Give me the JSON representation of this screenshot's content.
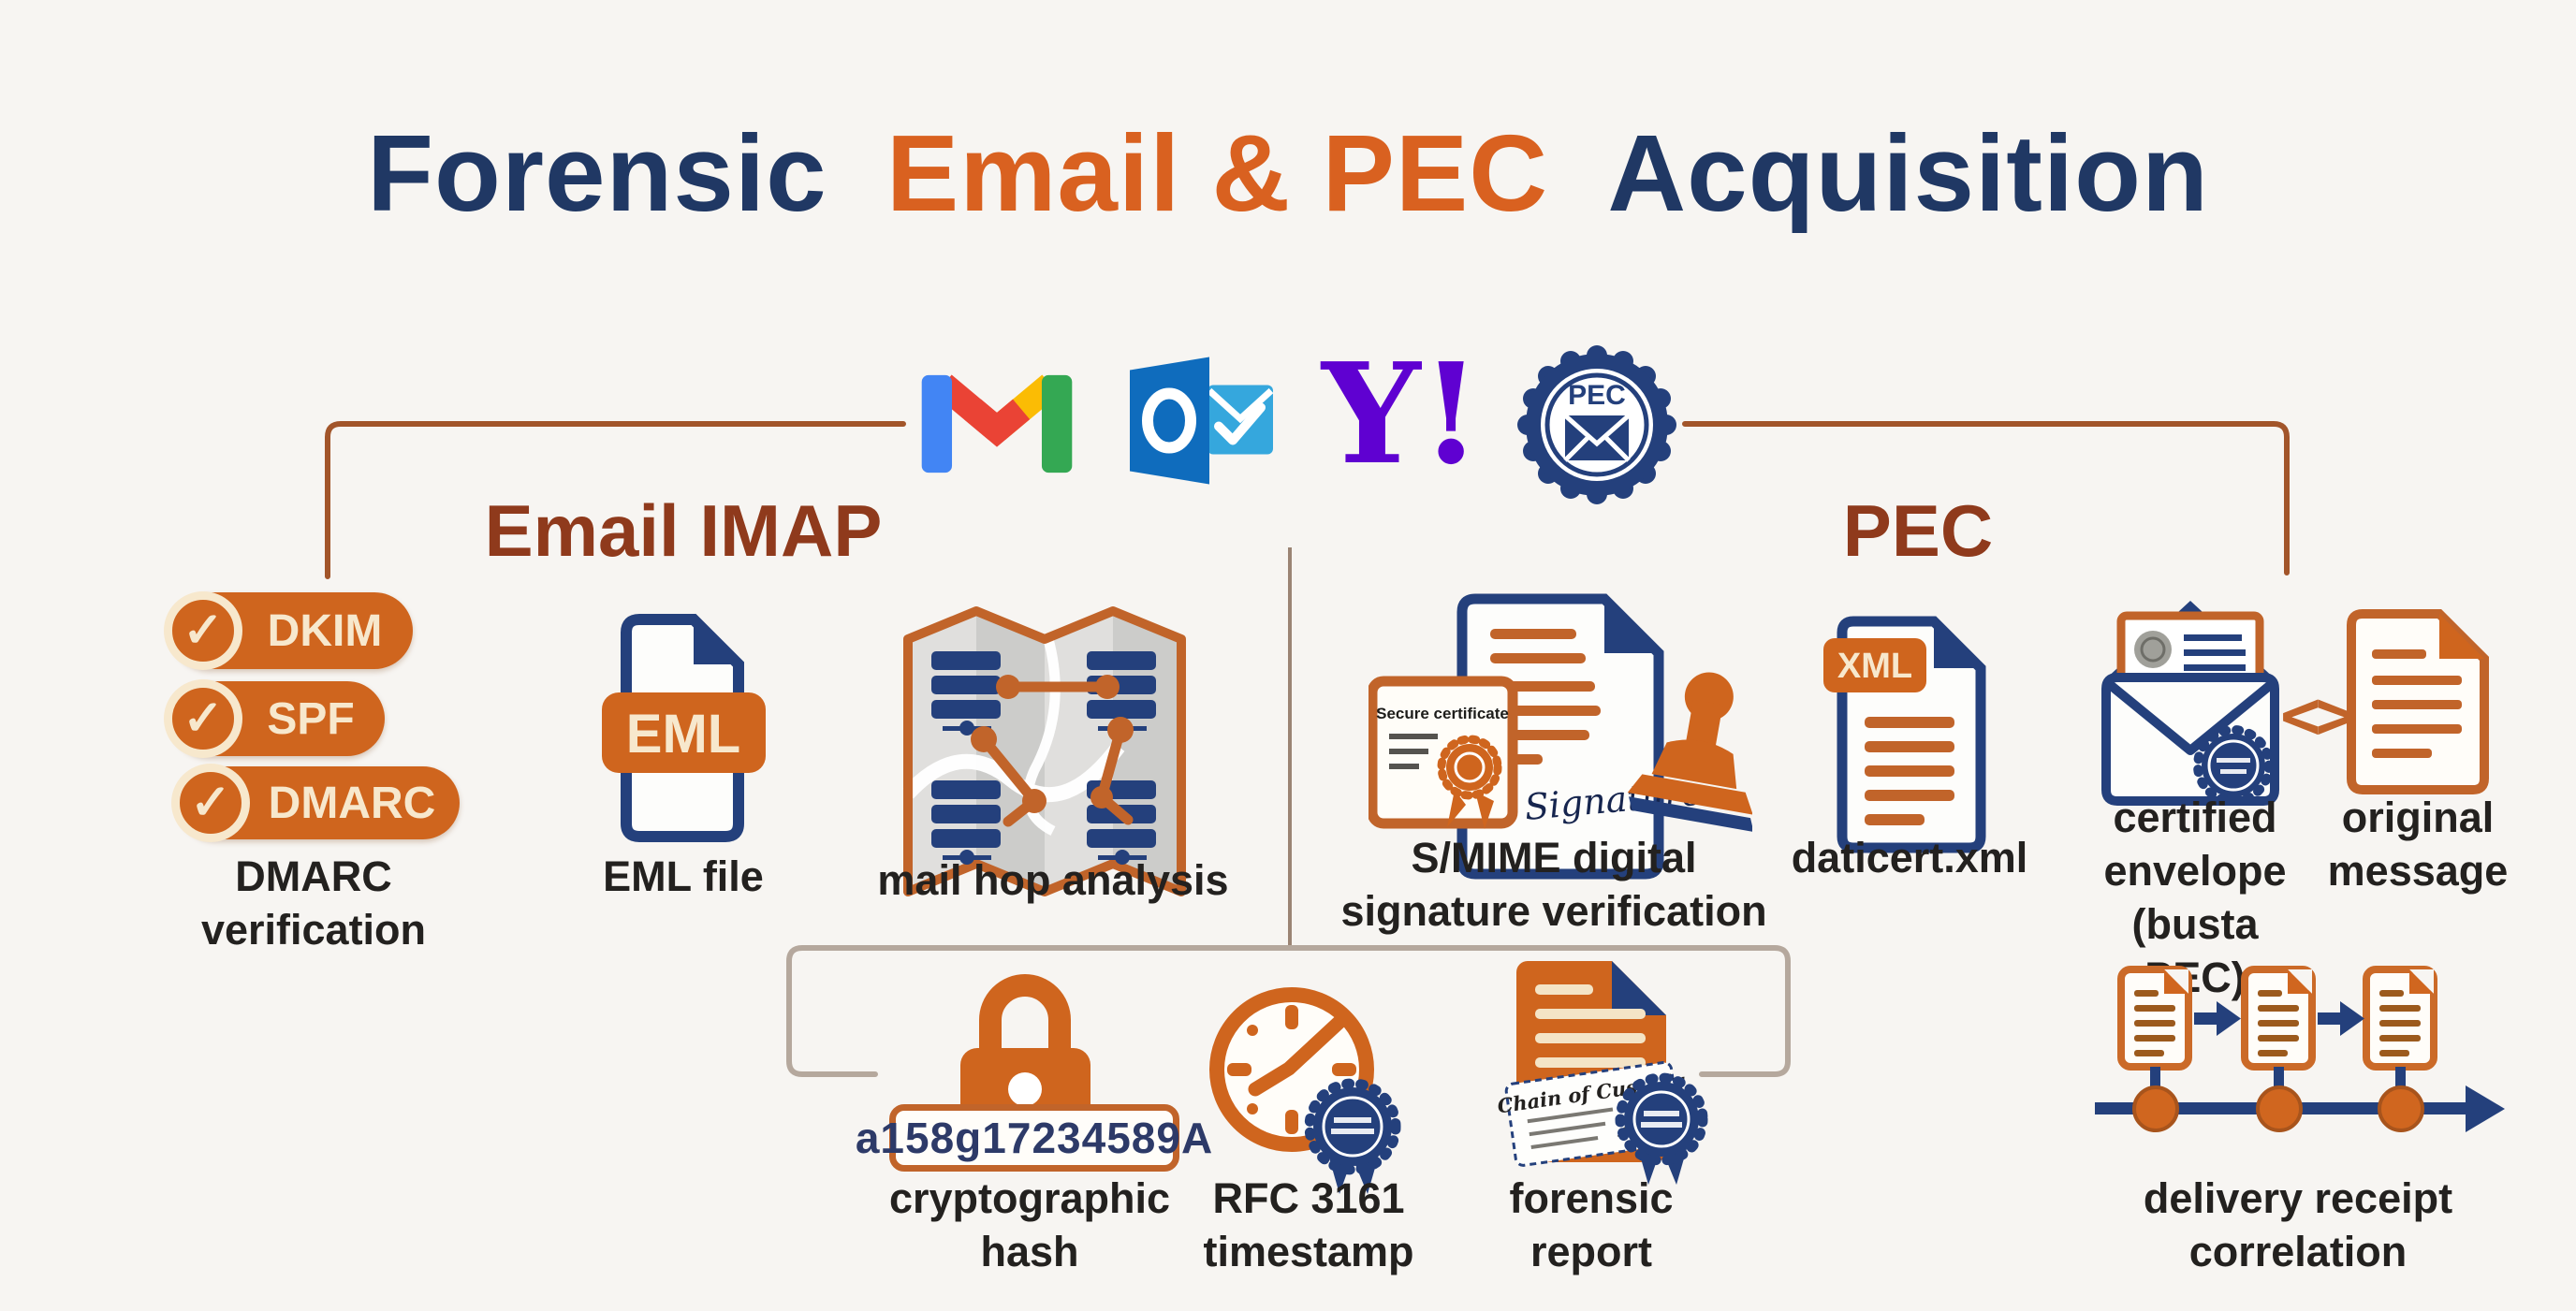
{
  "title": {
    "forensic": "Forensic",
    "email_pec": "Email & PEC",
    "acquisition": "Acquisition"
  },
  "providers": {
    "gmail": "Gmail",
    "outlook": "Outlook",
    "yahoo": "Y!",
    "pec_badge": "PEC"
  },
  "sections": {
    "email_imap": {
      "heading": "Email IMAP",
      "auth_badges": {
        "check": "✓",
        "items": [
          {
            "label": "DKIM"
          },
          {
            "label": "SPF"
          },
          {
            "label": "DMARC"
          }
        ],
        "caption": "DMARC verification"
      },
      "eml": {
        "badge": "EML",
        "caption": "EML file"
      },
      "hop": {
        "caption": "mail hop analysis"
      }
    },
    "pec": {
      "heading": "PEC",
      "smime": {
        "cert_label": "Secure certificate",
        "signature": "Signature",
        "caption": "S/MIME digital signature verification"
      },
      "daticert": {
        "badge": "XML",
        "caption": "daticert.xml"
      },
      "envelope": {
        "caption": "certified envelope (busta PEC)"
      },
      "compare": "<>",
      "original": {
        "caption": "original message"
      }
    }
  },
  "bottom": {
    "hash": {
      "value": "a158g17234589A",
      "caption": "cryptographic hash"
    },
    "timestamp": {
      "caption": "RFC 3161 timestamp"
    },
    "report": {
      "card_title": "Chain of Custody",
      "caption": "forensic report"
    },
    "delivery": {
      "caption": "delivery receipt correlation"
    }
  },
  "colors": {
    "navy": "#24407c",
    "title_navy": "#203864",
    "orange": "#cf651e",
    "title_orange": "#d96120",
    "heading_brown": "#8f3a1c",
    "yahoo_purple": "#5f01d1",
    "bracket_sienna": "#a2552a",
    "divider_gray": "#9b8474",
    "bottom_bracket": "#b5a89d"
  }
}
